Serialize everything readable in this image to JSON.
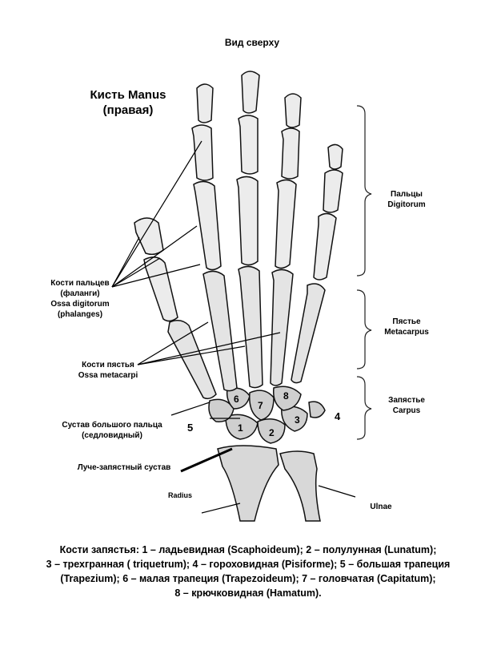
{
  "view_title": "Вид сверху",
  "title": {
    "line1": "Кисть   Manus",
    "line2": "(правая)"
  },
  "labels": {
    "fingers": {
      "line1": "Пальцы",
      "line2": "Digitorum"
    },
    "metacarpus": {
      "line1": "Пястье",
      "line2": "Metacarpus"
    },
    "carpus": {
      "line1": "Запястье",
      "line2": "Carpus"
    },
    "phalanges": {
      "line1": "Кости пальцев",
      "line2": "(фаланги)",
      "line3": "Ossa digitorum",
      "line4": "(phalanges)"
    },
    "metacarpals": {
      "line1": "Кости пястья",
      "line2": "Ossa metacarpi"
    },
    "thumb_joint": {
      "line1": "Сустав большого пальца",
      "line2": "(седловидный)"
    },
    "radiocarpal_joint": "Луче-запястный сустав",
    "radius": "Radius",
    "ulna": "Ulnae"
  },
  "bone_numbers": [
    "1",
    "2",
    "3",
    "4",
    "5",
    "6",
    "7",
    "8"
  ],
  "caption": {
    "line1": "Кости запястья:   1 – ладьевидная (Scaphoideum); 2 – полулунная (Lunatum);",
    "line2": "3 – трехгранная ( triquetrum); 4 – гороховидная (Pisiforme); 5 – большая трапеция",
    "line3": "(Trapezium); 6 – малая трапеция (Trapezoideum); 7 – головчатая (Capitatum);",
    "line4": "8 – крючковидная (Hamatum)."
  }
}
